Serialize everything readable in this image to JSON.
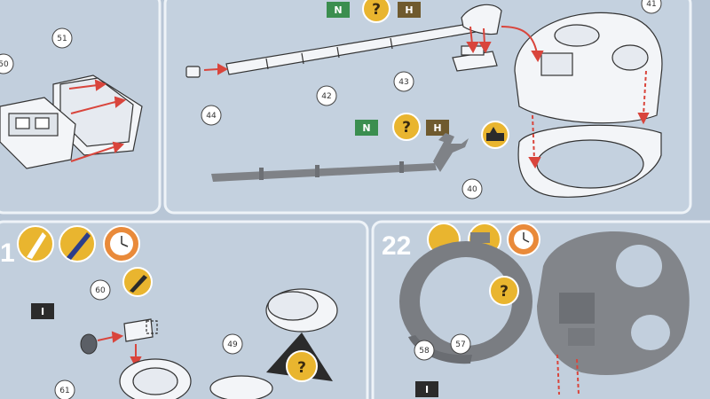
{
  "part_numbers": [
    "50",
    "51",
    "42",
    "43",
    "44",
    "41",
    "40",
    "60",
    "49",
    "61",
    "58",
    "57"
  ],
  "step_number": "22",
  "step_fragment": "1",
  "flags": {
    "n": "N",
    "h": "H",
    "i": "I"
  },
  "question_mark": "?",
  "colors": {
    "sheet": "#b8c6d6",
    "panel_border": "#e8eef5",
    "plastic": "#7f8287",
    "red_arrow": "#d9453c",
    "icon_yellow": "#e9b52f",
    "flag_green": "#3b8e4f",
    "flag_brown": "#6f5a2e"
  },
  "icons": [
    "part-box-icon",
    "brush-icon",
    "clock-icon",
    "question-icon",
    "n-flag-icon",
    "h-flag-icon",
    "i-flag-icon",
    "glue-icon"
  ]
}
